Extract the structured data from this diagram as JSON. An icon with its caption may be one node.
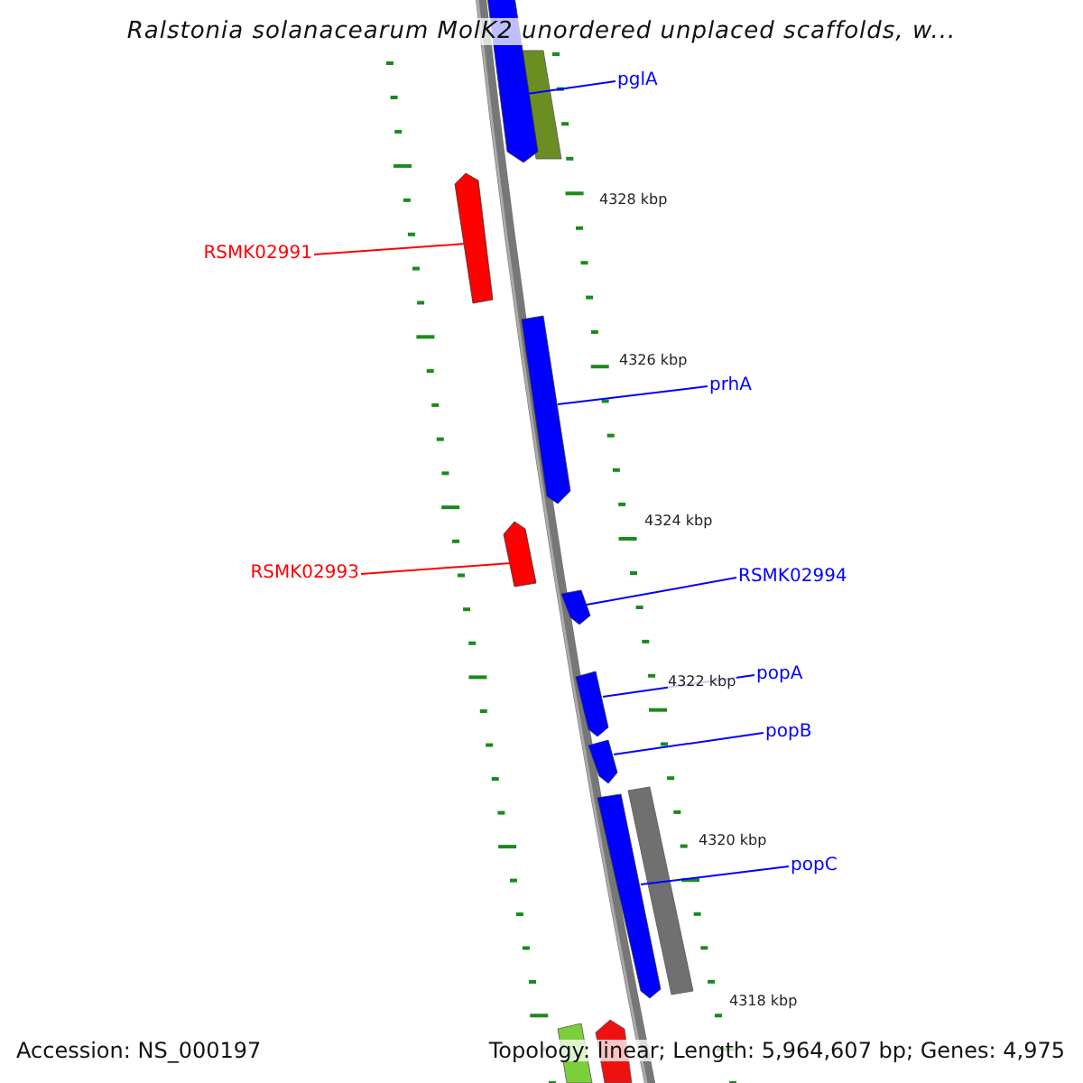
{
  "diagram": {
    "title": "Ralstonia solanacearum MolK2 unordered unplaced scaffolds, w...",
    "nodes": [
      {
        "text": [
          "pglA"
        ]
      },
      {
        "text": [
          "RSMK02991"
        ]
      },
      {
        "text": [
          "prhA"
        ]
      },
      {
        "text": [
          "RSMK02993"
        ]
      },
      {
        "text": [
          "RSMK02994"
        ]
      },
      {
        "text": [
          "popA"
        ]
      },
      {
        "text": [
          "popB"
        ]
      },
      {
        "text": [
          "popC"
        ]
      },
      {
        "text": [],
        "shape": "bar"
      },
      {
        "text": [],
        "shape": "bar"
      },
      {
        "text": [],
        "shape": "bar"
      },
      {
        "text": [],
        "shape": "bar"
      },
      {
        "text": [],
        "shape": "bar"
      },
      {
        "text": [],
        "shape": "bar"
      },
      {
        "text": [],
        "shape": "bar"
      },
      {
        "text": [],
        "shape": "bar"
      }
    ],
    "edges": [
      {
        "from": 0,
        "to": 8,
        "arrow": "none"
      },
      {
        "from": 1,
        "to": 9,
        "arrow": "none",
        "color": "#ff0000"
      },
      {
        "from": 2,
        "to": 10,
        "arrow": "none"
      },
      {
        "from": 3,
        "to": 11,
        "arrow": "none",
        "color": "#ff0000"
      },
      {
        "from": 4,
        "to": 12,
        "arrow": "none"
      },
      {
        "from": 5,
        "to": 13,
        "arrow": "none"
      },
      {
        "from": 6,
        "to": 14,
        "arrow": "none"
      },
      {
        "from": 7,
        "to": 15,
        "arrow": "none"
      }
    ],
    "labels": [
      "4328 kbp",
      "4326 kbp",
      "4324 kbp",
      "4322 kbp",
      "4320 kbp",
      "4318 kbp",
      "Accession: NS_000197",
      "Topology: linear; Length: 5,964,607 bp; Genes: 4,975"
    ]
  }
}
